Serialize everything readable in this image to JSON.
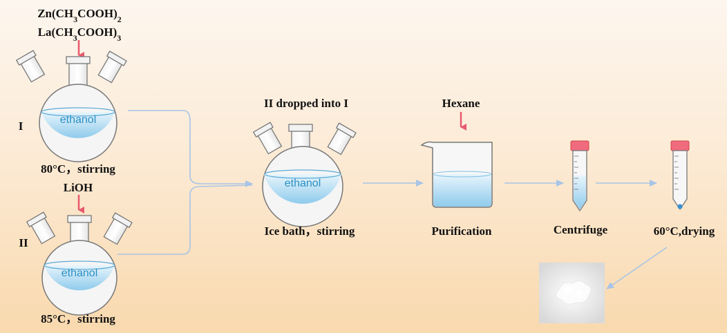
{
  "reagents_I": {
    "line1": {
      "main": "Zn(CH",
      "sub1": "3",
      "mid": "COOH)",
      "sub2": "2"
    },
    "line2": {
      "main": "La(CH",
      "sub1": "3",
      "mid": "COOH)",
      "sub2": "3"
    }
  },
  "flask_I": {
    "roman": "I",
    "solvent": "ethanol",
    "condition": "80°C，stirring"
  },
  "flask_II": {
    "roman": "II",
    "reagent": "LiOH",
    "solvent": "ethanol",
    "condition": "85°C，stirring"
  },
  "mix_flask": {
    "header": "II dropped into I",
    "solvent": "ethanol",
    "condition": "Ice bath，stirring"
  },
  "beaker": {
    "reagent": "Hexane",
    "caption": "Purification"
  },
  "tube_centrifuge": {
    "caption": "Centrifuge"
  },
  "tube_drying": {
    "caption": "60°C,drying"
  },
  "colors": {
    "arrow_red": "#e85a6e",
    "flow_line": "#a8c4e6",
    "liquid": "#a9d7f0",
    "cap": "#f06b7e"
  }
}
